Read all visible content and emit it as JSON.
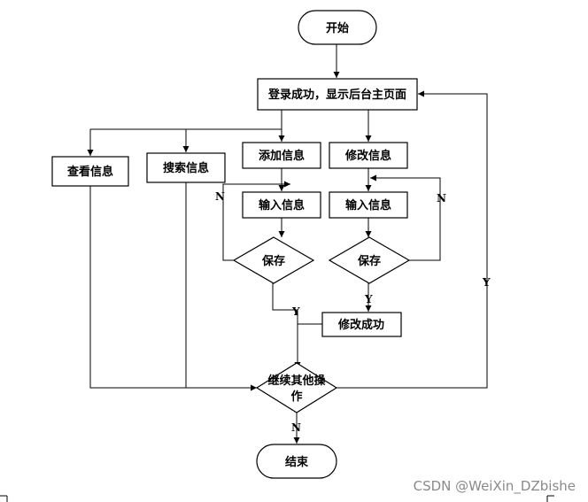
{
  "nodes": {
    "start": "开始",
    "main_page": "登录成功，显示后台主页面",
    "view_info": "查看信息",
    "search_info": "搜索信息",
    "add_info": "添加信息",
    "modify_info": "修改信息",
    "input_info_add": "输入信息",
    "input_info_modify": "输入信息",
    "save_add": "保存",
    "save_modify": "保存",
    "modify_success": "修改成功",
    "continue_line1": "继续其他操",
    "continue_line2": "作",
    "end": "结束"
  },
  "edge_labels": {
    "add_no": "N",
    "modify_no": "N",
    "add_yes": "Y",
    "modify_yes": "Y",
    "continue_yes": "Y",
    "continue_no": "N"
  },
  "watermark": "CSDN @WeiXin_DZbishe"
}
